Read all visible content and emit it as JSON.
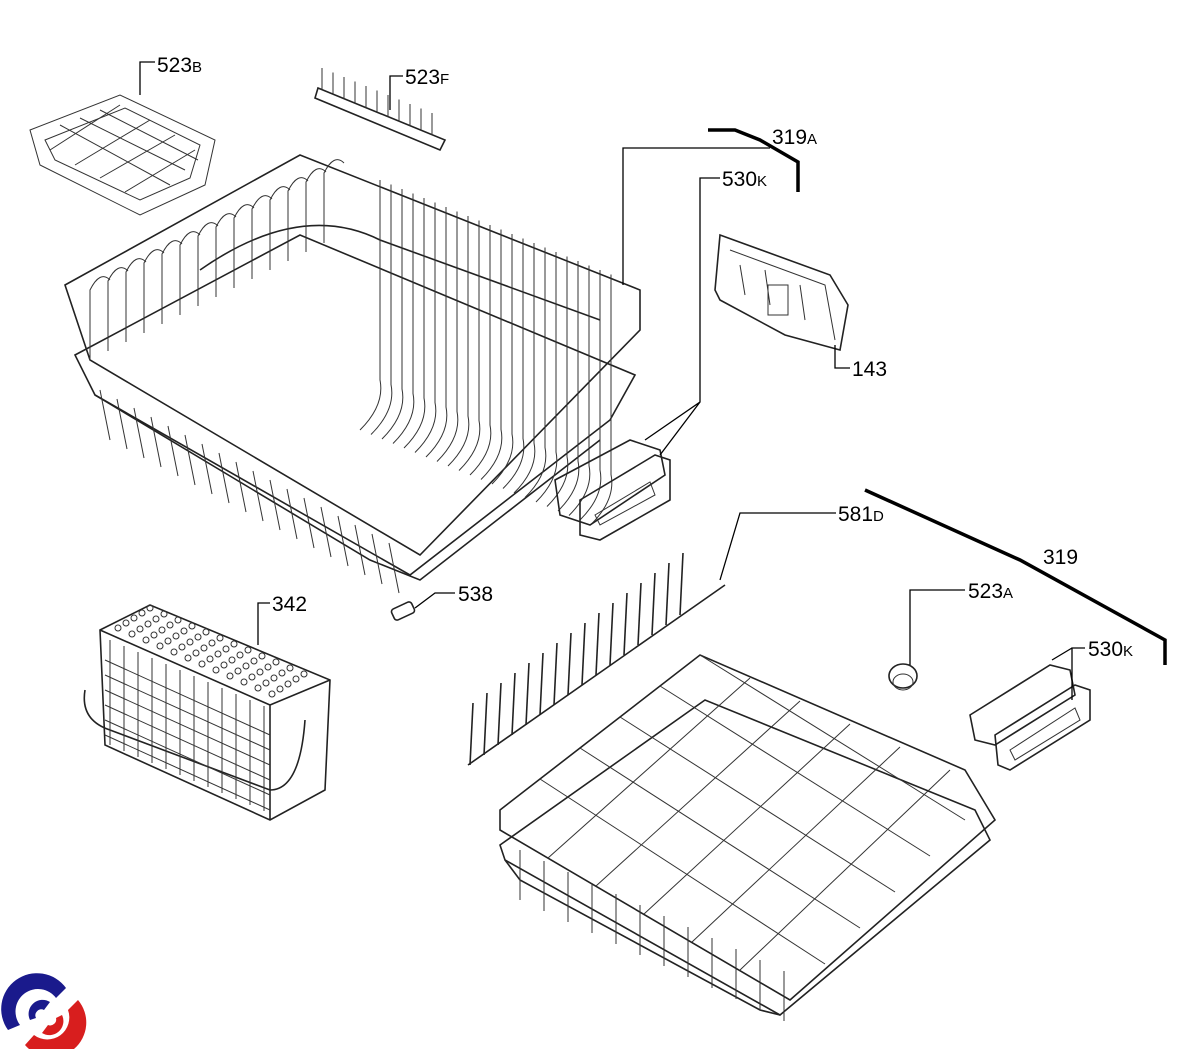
{
  "diagram": {
    "parts": [
      {
        "num": "523",
        "suffix": "B"
      },
      {
        "num": "523",
        "suffix": "F"
      },
      {
        "num": "319",
        "suffix": "A"
      },
      {
        "num": "530",
        "suffix": "K"
      },
      {
        "num": "143",
        "suffix": ""
      },
      {
        "num": "581",
        "suffix": "D"
      },
      {
        "num": "319",
        "suffix": ""
      },
      {
        "num": "523",
        "suffix": "A"
      },
      {
        "num": "530",
        "suffix": "K"
      },
      {
        "num": "342",
        "suffix": ""
      },
      {
        "num": "538",
        "suffix": ""
      }
    ]
  },
  "logo": {
    "colors": {
      "blue": "#1a1a8c",
      "red": "#d81e1e"
    }
  }
}
